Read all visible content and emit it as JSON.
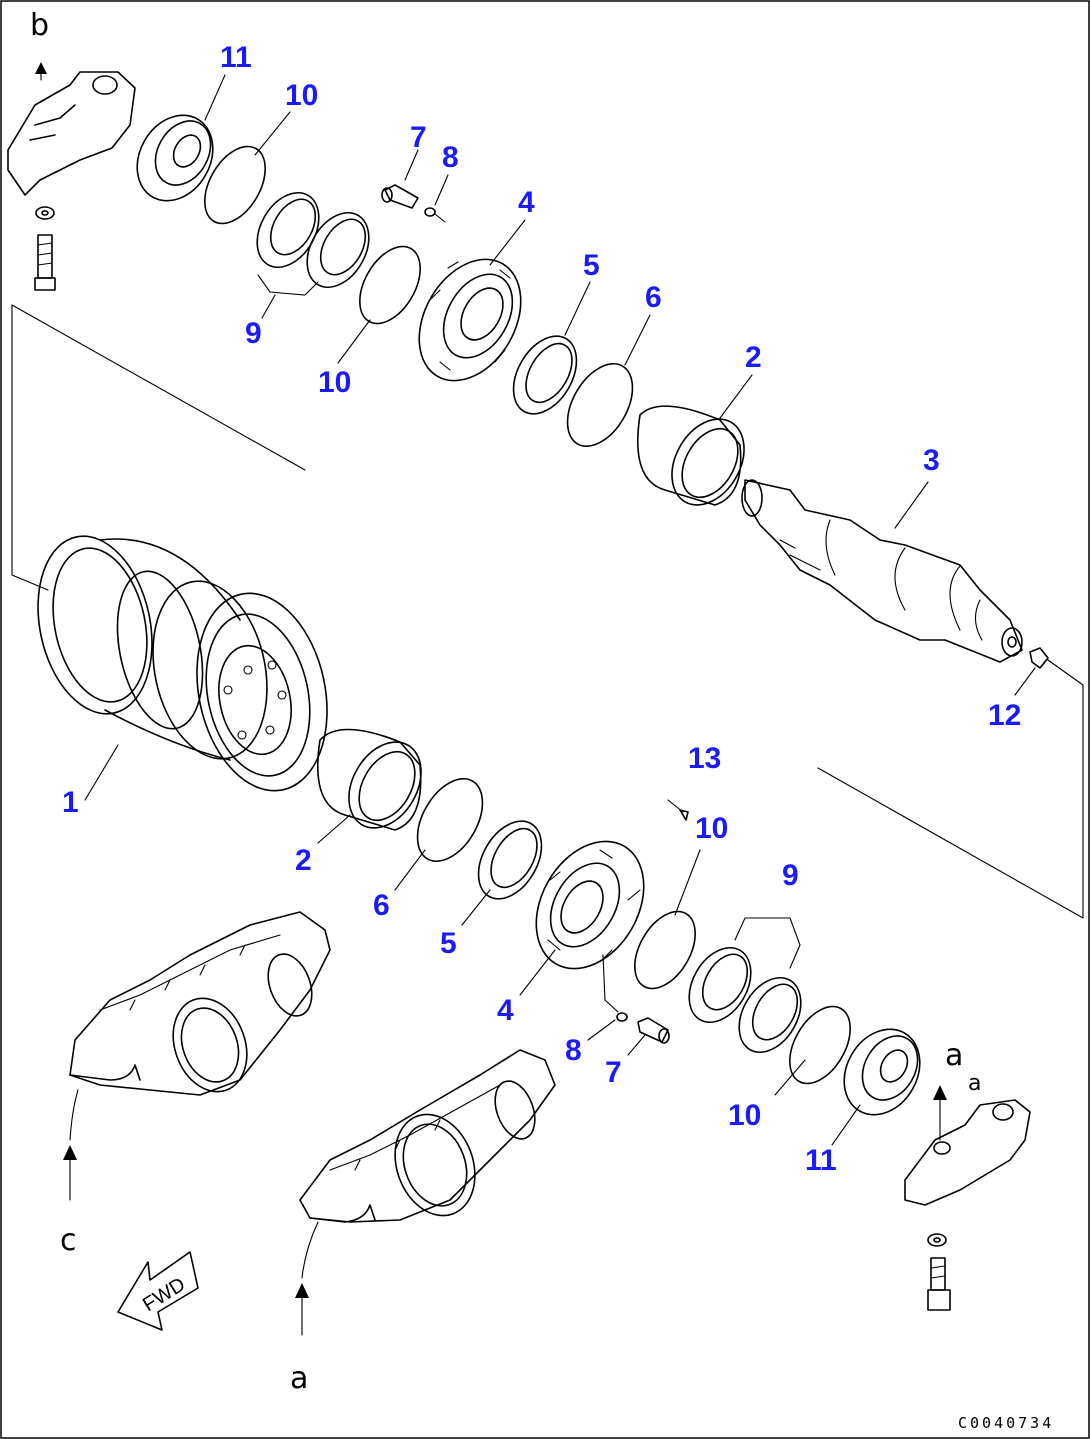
{
  "labels": {
    "item_1": "1",
    "item_2": "2",
    "item_3": "3",
    "item_4": "4",
    "item_5": "5",
    "item_6": "6",
    "item_7": "7",
    "item_8": "8",
    "item_9": "9",
    "item_10": "10",
    "item_11": "11",
    "item_12": "12",
    "item_13": "13"
  },
  "refs": {
    "a": "a",
    "b": "b",
    "c": "c"
  },
  "fwd": "FWD",
  "drawing_code": "C0040734",
  "colors": {
    "callout": "#1a1aff",
    "line": "#000000"
  }
}
